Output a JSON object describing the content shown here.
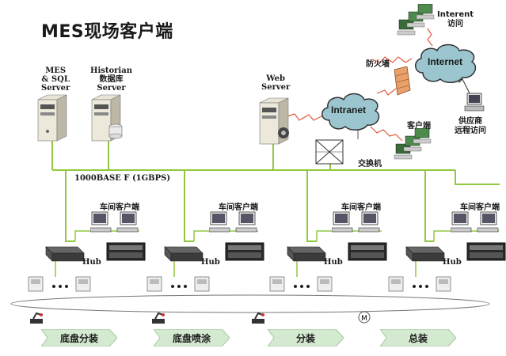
{
  "title": "MES现场客户端",
  "servers": {
    "mes": "MES\n& SQL\nServer",
    "historian": "Historian\n数据库\nServer",
    "web": "Web\nServer"
  },
  "network": {
    "backbone": "1000BASE F (1GBPS)",
    "intranet": "Intranet",
    "internet": "Internet",
    "firewall": "防火墙",
    "switch": "交换机",
    "client": "客户端",
    "internet_access": "Interent\n访问",
    "supplier_access": "供应商\n远程访问"
  },
  "workshops": [
    {
      "client_label": "车间客户端",
      "hub_label": "Hub"
    },
    {
      "client_label": "车间客户端",
      "hub_label": "Hub"
    },
    {
      "client_label": "车间客户端",
      "hub_label": "Hub"
    },
    {
      "client_label": "车间客户端",
      "hub_label": "Hub"
    }
  ],
  "stages": [
    "底盘分装",
    "底盘喷涂",
    "分装",
    "总装"
  ],
  "colors": {
    "link": "#92c83e",
    "arrow_fill": "#d4ead0",
    "arrow_stroke": "#a8c8a0",
    "cloud": "#9bc6cf"
  }
}
